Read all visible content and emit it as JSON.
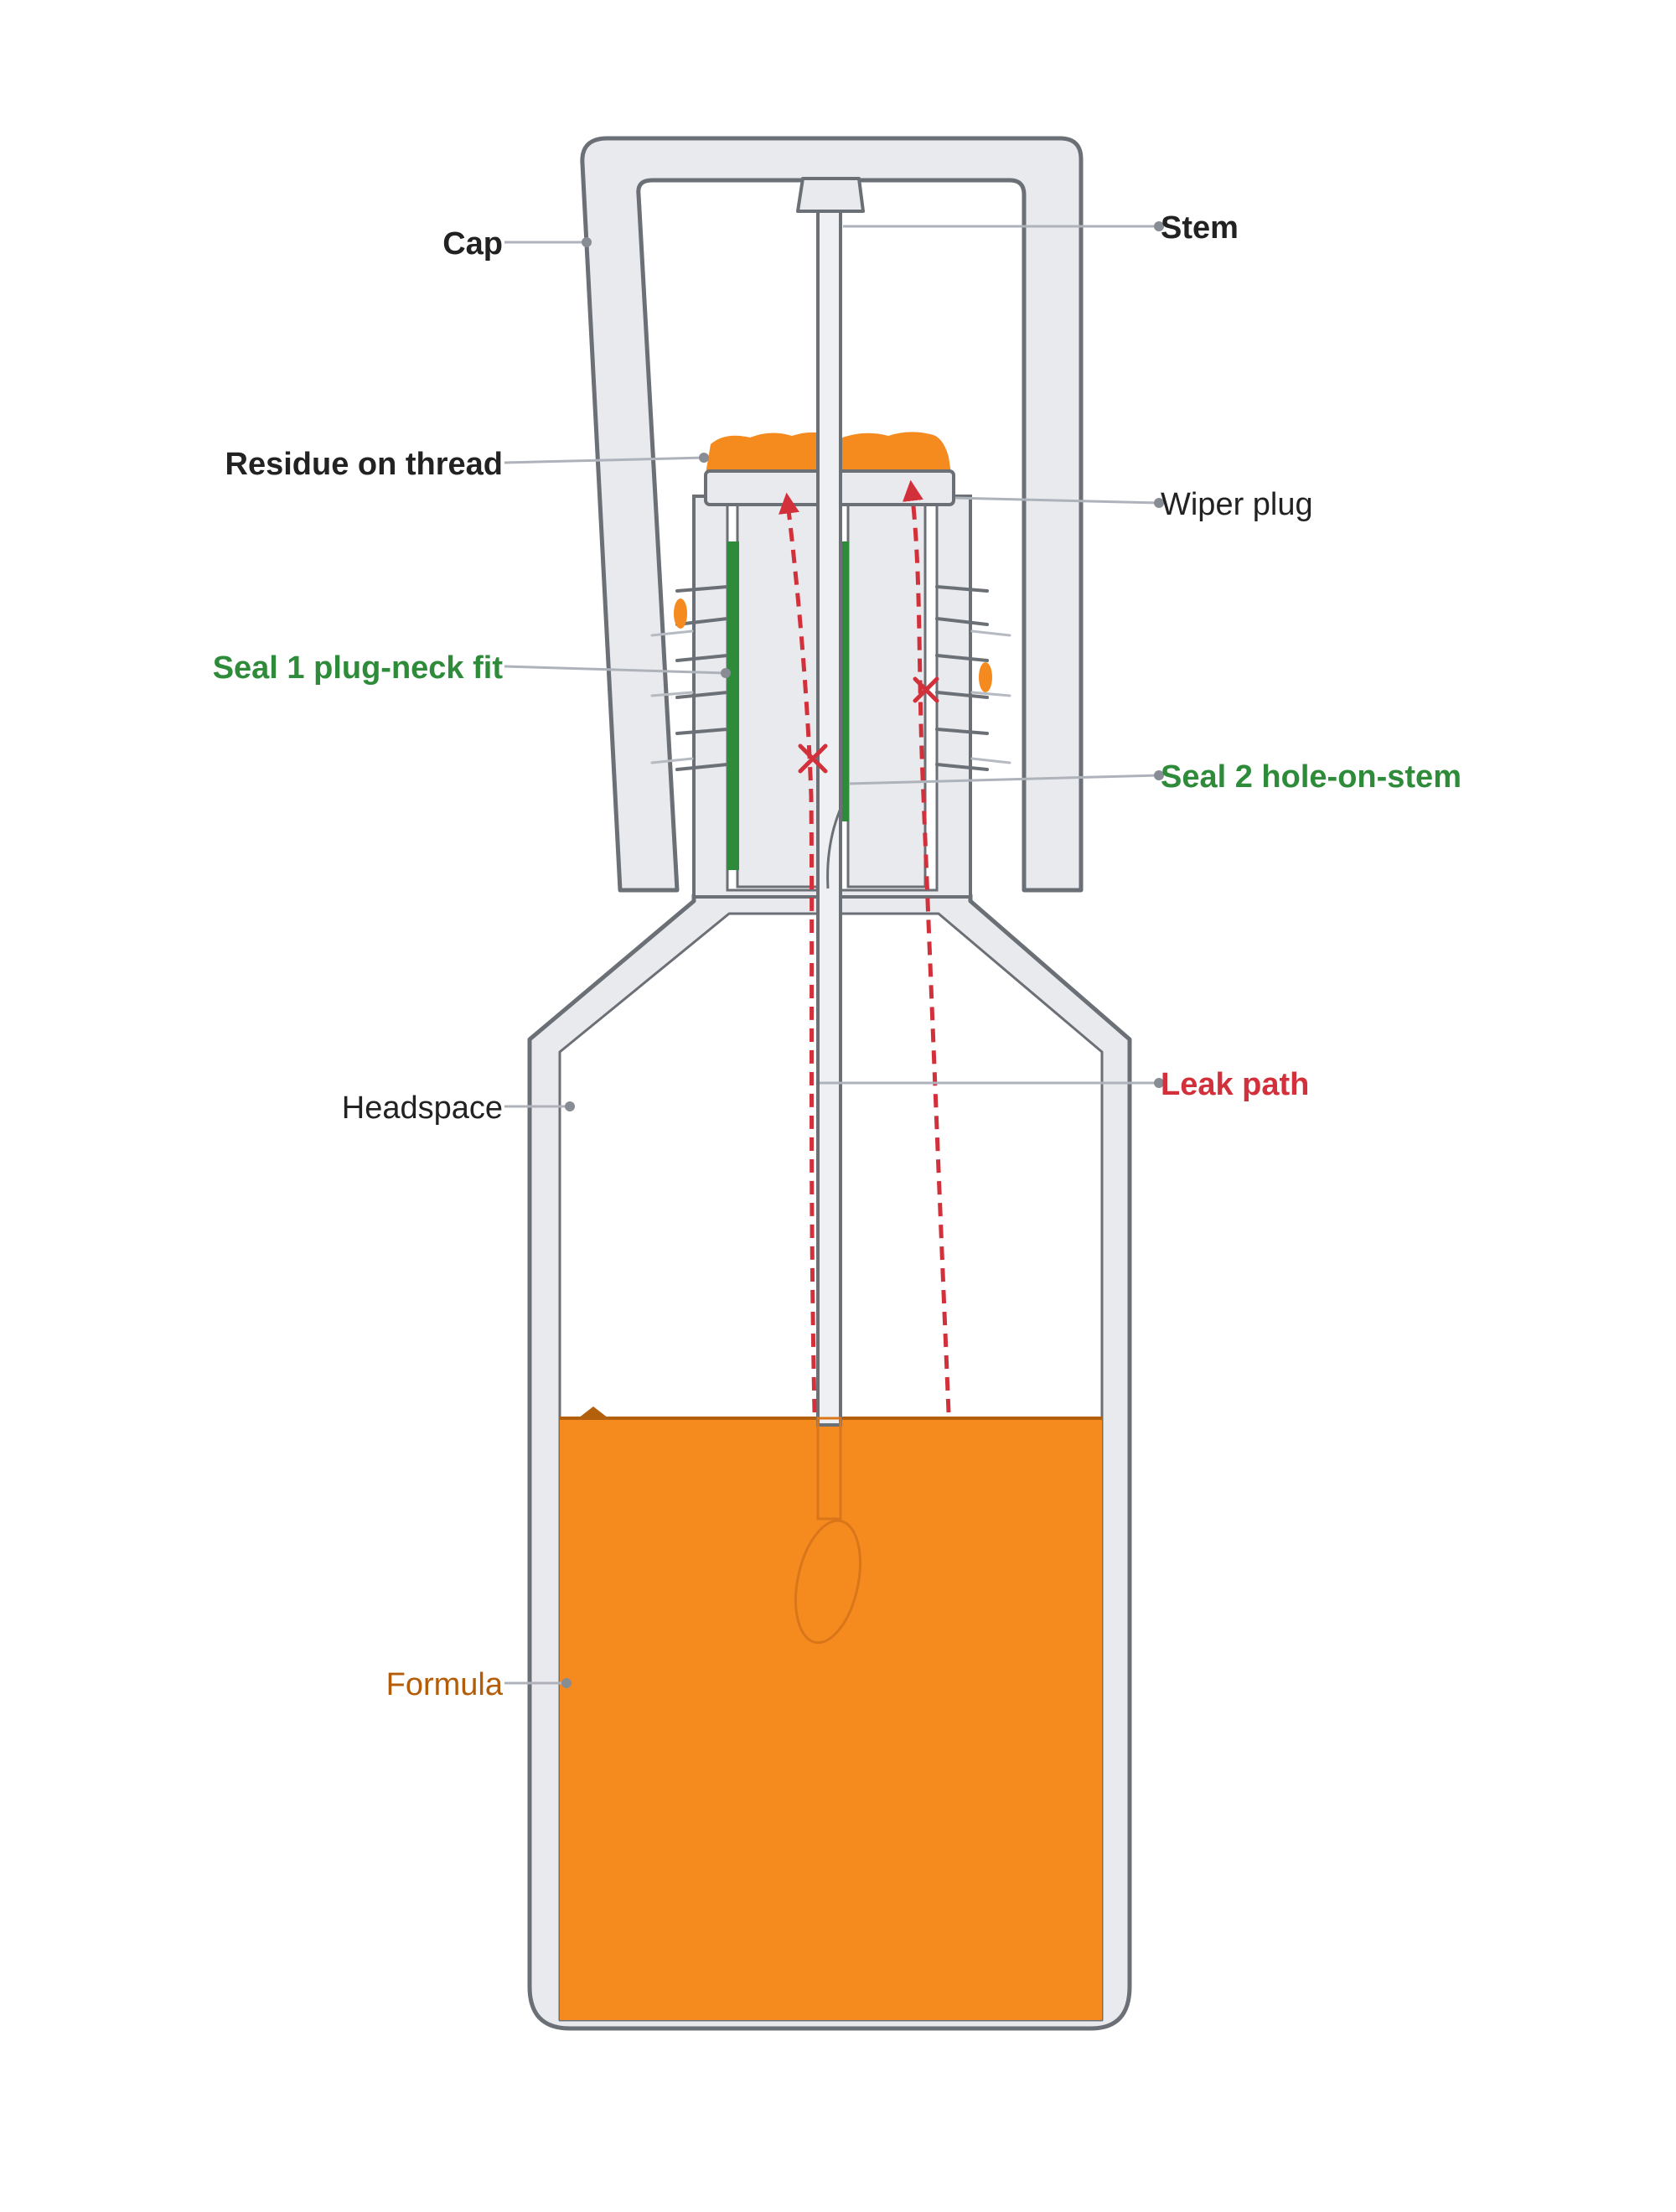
{
  "labels": {
    "cap": "Cap",
    "stem": "Stem",
    "residue": "Residue on thread",
    "wiper_plug": "Wiper plug",
    "seal1": "Seal 1 plug-neck fit",
    "seal2": "Seal 2 hole-on-stem",
    "headspace": "Headspace",
    "leak_path": "Leak path",
    "formula": "Formula"
  },
  "colors": {
    "outline": "#6b6f76",
    "body_fill": "#e9eaee",
    "liquid": "#f58b1f",
    "seal": "#2e8b3a",
    "leak": "#d2303a",
    "formula_label": "#b35c0a",
    "leader": "#aeb3bb",
    "dark_text": "#222222"
  }
}
